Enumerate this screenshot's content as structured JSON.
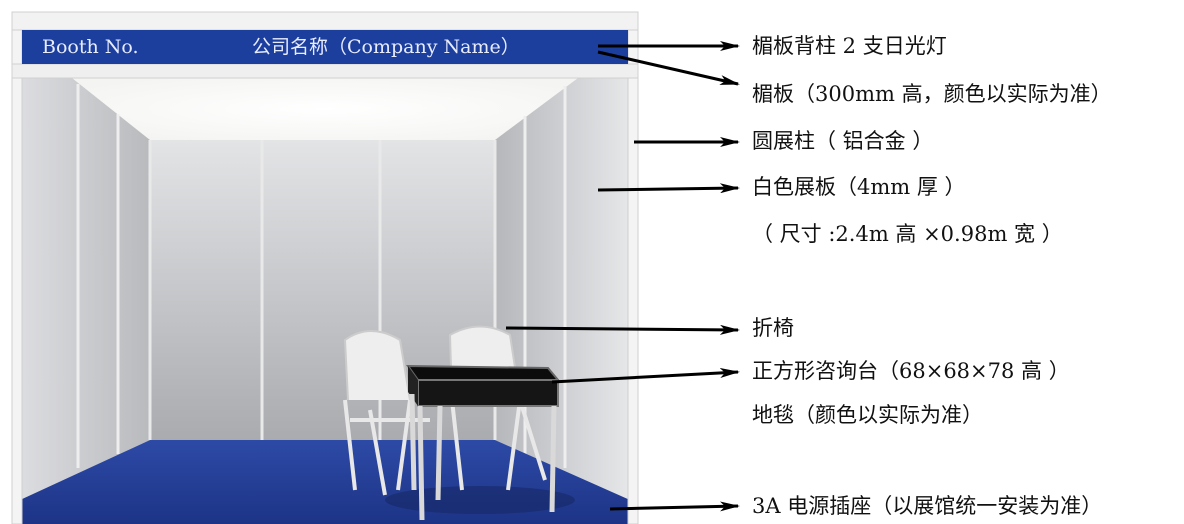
{
  "fascia": {
    "booth_no": "Booth No.",
    "company_name": "公司名称（Company Name）"
  },
  "callouts": [
    {
      "id": "fascia-light",
      "text": "楣板背柱 2 支日光灯"
    },
    {
      "id": "fascia-board",
      "text": "楣板（300mm 高，颜色以实际为准）"
    },
    {
      "id": "round-post",
      "text": "圆展柱（ 铝合金 ）"
    },
    {
      "id": "white-panel",
      "text": "白色展板（4mm 厚 ）"
    },
    {
      "id": "panel-size",
      "text": "（ 尺寸 :2.4m 高 ×0.98m 宽 ）"
    },
    {
      "id": "folding-chair",
      "text": "折椅"
    },
    {
      "id": "info-desk",
      "text": "正方形咨询台（68×68×78 高 ）"
    },
    {
      "id": "carpet",
      "text": "地毯（颜色以实际为准）"
    },
    {
      "id": "power-socket",
      "text": "3A 电源插座（以展馆统一安装为准）"
    }
  ],
  "colors": {
    "fascia_blue": "#1c3f9e",
    "carpet_blue": "#24409a",
    "panel_gray": "#cfd1d4",
    "frame_white": "#f2f2f2"
  }
}
